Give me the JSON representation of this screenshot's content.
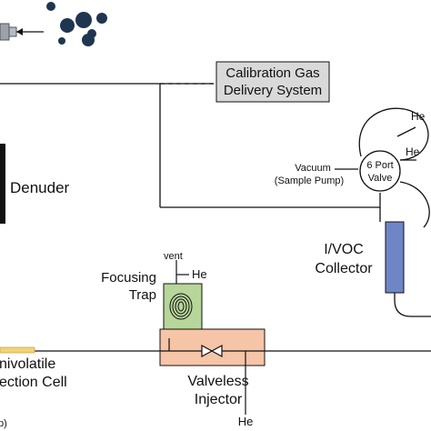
{
  "colors": {
    "line": "#111111",
    "calibration_box": "#d9d9d9",
    "collector_fill": "#6f86c6",
    "trap_fill": "#b7d69a",
    "injector_fill": "#f6c4a6",
    "cell_fill": "#f2d27a",
    "particles": "#1f3550"
  },
  "labels": {
    "calibration_line1": "Calibration Gas",
    "calibration_line2": "Delivery System",
    "he_valve_top": "He",
    "vacuum": "Vacuum",
    "sample_pump": "(Sample Pump)",
    "valve_line1": "6 Port",
    "valve_line2": "Valve",
    "he_valve_right": "He",
    "denuder": "Denuder",
    "collector_line1": "I/VOC",
    "collector_line2": "Collector",
    "vent": "vent",
    "he_trap": "He",
    "focusing": "Focusing",
    "trap": "Trap",
    "cell_line1": "nivolatile",
    "cell_line2": "ection Cell",
    "valveless": "Valveless",
    "injector": "Injector",
    "he_bottom": "He",
    "pump_fragment": "p)"
  },
  "icons": [
    "inlet-nozzle-icon",
    "particle-cloud-icon",
    "valve-icon",
    "coiled-column-icon"
  ]
}
